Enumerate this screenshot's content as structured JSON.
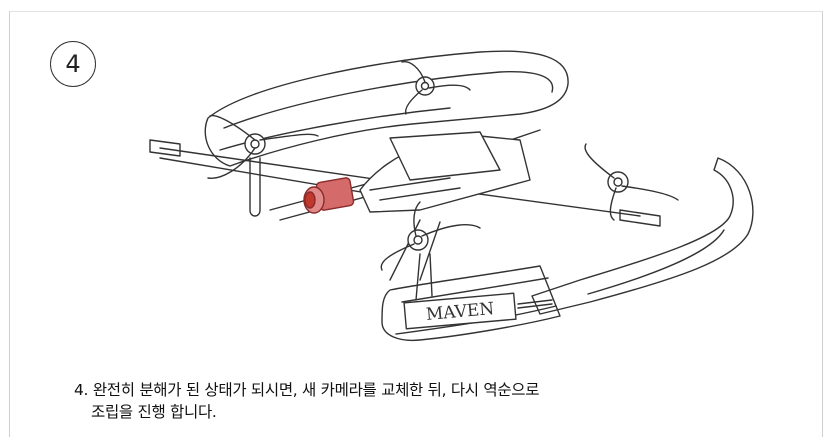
{
  "step": {
    "number": "4"
  },
  "illustration": {
    "brand_label": "MAVEN",
    "accent_color": "#c0392b"
  },
  "caption": {
    "line1": "4. 완전히 분해가 된 상태가 되시면, 새 카메라를 교체한 뒤, 다시 역순으로",
    "line2": "조립을 진행 합니다."
  }
}
